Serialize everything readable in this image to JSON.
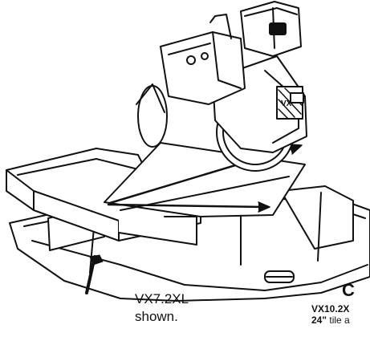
{
  "caption": {
    "line1": "VX7.2XL",
    "line2": "shown."
  },
  "cut_panel": {
    "heading": "C",
    "model_fragment": "VX10.2X",
    "size_value": "24\"",
    "size_text": " tile a"
  },
  "icons": [
    "tile-saw-illustration",
    "cut-direction-arrow-icon"
  ],
  "colors": {
    "ink": "#111111",
    "background": "#ffffff"
  }
}
